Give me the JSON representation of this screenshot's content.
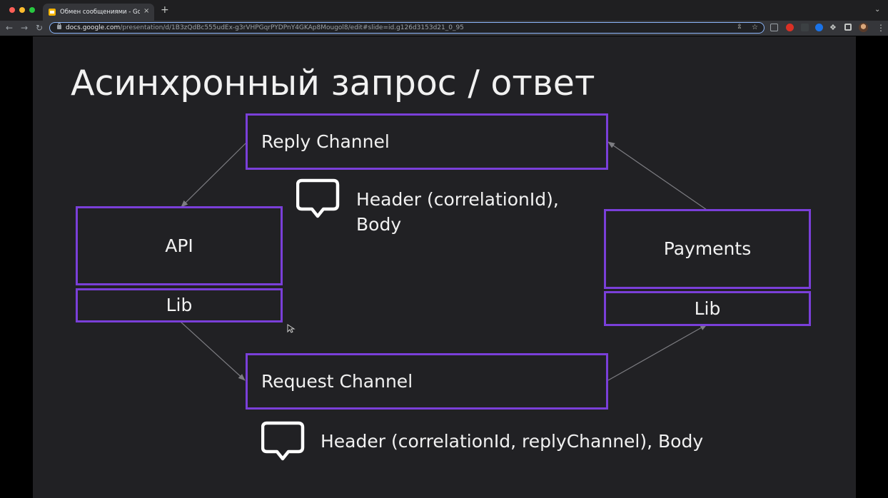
{
  "browser": {
    "tab_title": "Обмен сообщениями - Google Slides",
    "tab_close": "×",
    "new_tab": "+",
    "url_host": "docs.google.com",
    "url_path": "/presentation/d/1B3zQdBc555udEx-g3rVHPGqrPYDPnY4GKAp8Mougol8/edit#slide=id.g126d3153d21_0_95"
  },
  "slide": {
    "title": "Асинхронный запрос / ответ",
    "reply_channel": "Reply Channel",
    "request_channel": "Request Channel",
    "api": "API",
    "api_lib": "Lib",
    "payments": "Payments",
    "payments_lib": "Lib",
    "reply_caption": "Header (correlationId),\nBody",
    "request_caption": "Header (correlationId, replyChannel), Body"
  },
  "colors": {
    "box_border": "#7a3fd9",
    "slide_background": "#212124",
    "text": "#f1f1f1"
  }
}
